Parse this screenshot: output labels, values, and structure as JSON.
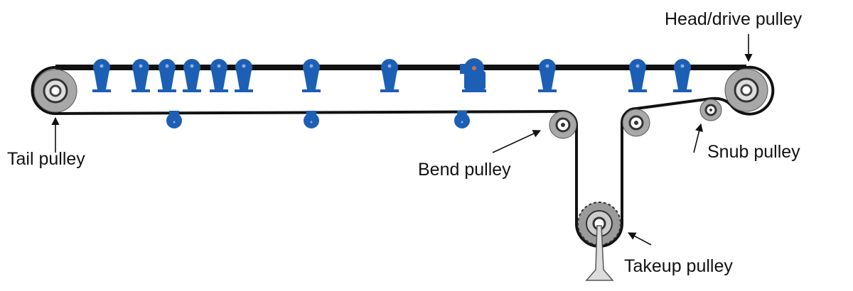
{
  "title": "Belt conveyor pulley arrangement",
  "labels": {
    "head": "Head/drive pulley",
    "tail": "Tail pulley",
    "bend": "Bend pulley",
    "snub": "Snub pulley",
    "takeup": "Takeup pulley"
  },
  "colors": {
    "belt": "#111111",
    "idler": "#1c5fb5",
    "pulley": "#a8a8a8",
    "text": "#111111"
  },
  "carrying_idler_count": 11,
  "return_idler_count": 3
}
